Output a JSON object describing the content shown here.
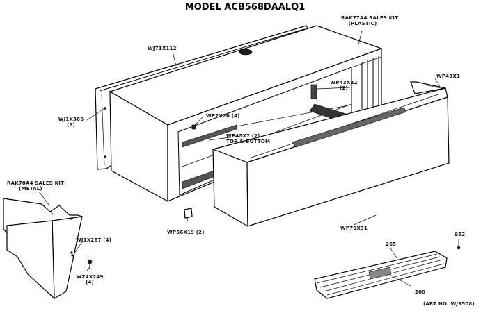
{
  "title": "MODEL ACB568DAALQ1",
  "labels": {
    "rak77": "RAK77A4 SALES KIT",
    "rak77_sub": "(PLASTIC)",
    "wj71": "WJ71X112",
    "wp43x1": "WP43X1",
    "wp43x22": "WP43X22",
    "wp43x22_qty": "(2)",
    "wj1x366": "WJ1X366",
    "wj1x366_qty": "(8)",
    "wp2x20": "WP2X20 (4)",
    "wp43x7": "WP43X7 (2)",
    "wp43x7_sub": "TOP & BOTTOM",
    "rak70": "RAK70A4 SALES KIT",
    "rak70_sub": "(METAL)",
    "wp56x19": "WP56X19 (2)",
    "wp70x31": "WP70X31",
    "wj1x267": "WJ1X267 (4)",
    "wz4x249": "WZ4X249",
    "wz4x249_qty": "(4)",
    "n952": "952",
    "n265": "265",
    "n200": "200",
    "art_no": "(ART NO. WJ9508)"
  }
}
